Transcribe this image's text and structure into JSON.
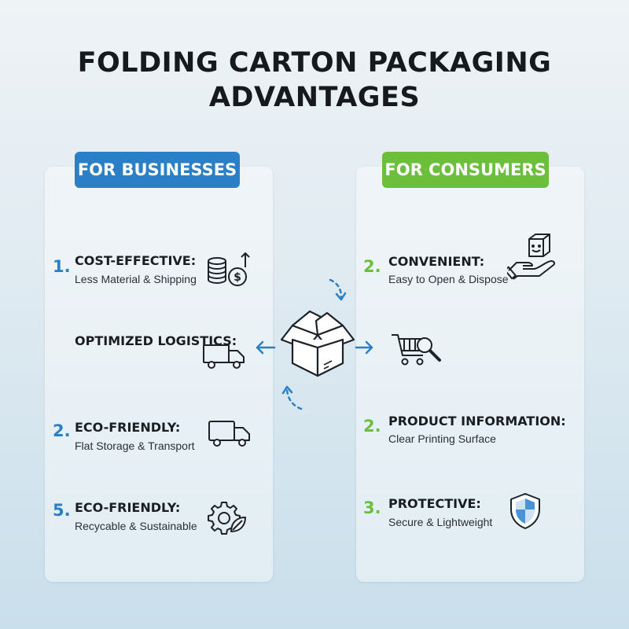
{
  "title_line1": "FOLDING CARTON PACKAGING",
  "title_line2": "ADVANTAGES",
  "businesses": {
    "header": "FOR BUSINESSES",
    "items": [
      {
        "number": "1.",
        "title": "COST-EFFECTIVE:",
        "subtitle": "Less Material & Shipping",
        "icon": "coins-dollar-icon"
      },
      {
        "number": "",
        "title": "OPTIMIZED LOGISTICS:",
        "subtitle": "",
        "icon": "delivery-truck-icon"
      },
      {
        "number": "2.",
        "title": "ECO-FRIENDLY:",
        "subtitle": "Flat Storage & Transport",
        "icon": "delivery-truck-icon"
      },
      {
        "number": "5.",
        "title": "ECO-FRIENDLY:",
        "subtitle": "Recycable & Sustainable",
        "icon": "gear-leaf-icon"
      }
    ]
  },
  "consumers": {
    "header": "FOR CONSUMERS",
    "items": [
      {
        "number": "2.",
        "title": "CONVENIENT:",
        "subtitle": "Easy to Open & Dispose",
        "icon": "hand-box-icon"
      },
      {
        "number": "",
        "title": "",
        "subtitle": "",
        "icon": "shopping-cart-search-icon"
      },
      {
        "number": "2.",
        "title": "PRODUCT INFORMATION:",
        "subtitle": "Clear Printing Surface",
        "icon": ""
      },
      {
        "number": "3.",
        "title": "PROTECTIVE:",
        "subtitle": "Secure & Lightweight",
        "icon": "shield-icon"
      }
    ]
  },
  "center_icon": "open-carton-box-icon",
  "colors": {
    "business_accent": "#2a7fc6",
    "consumer_accent": "#6cbf3b"
  }
}
